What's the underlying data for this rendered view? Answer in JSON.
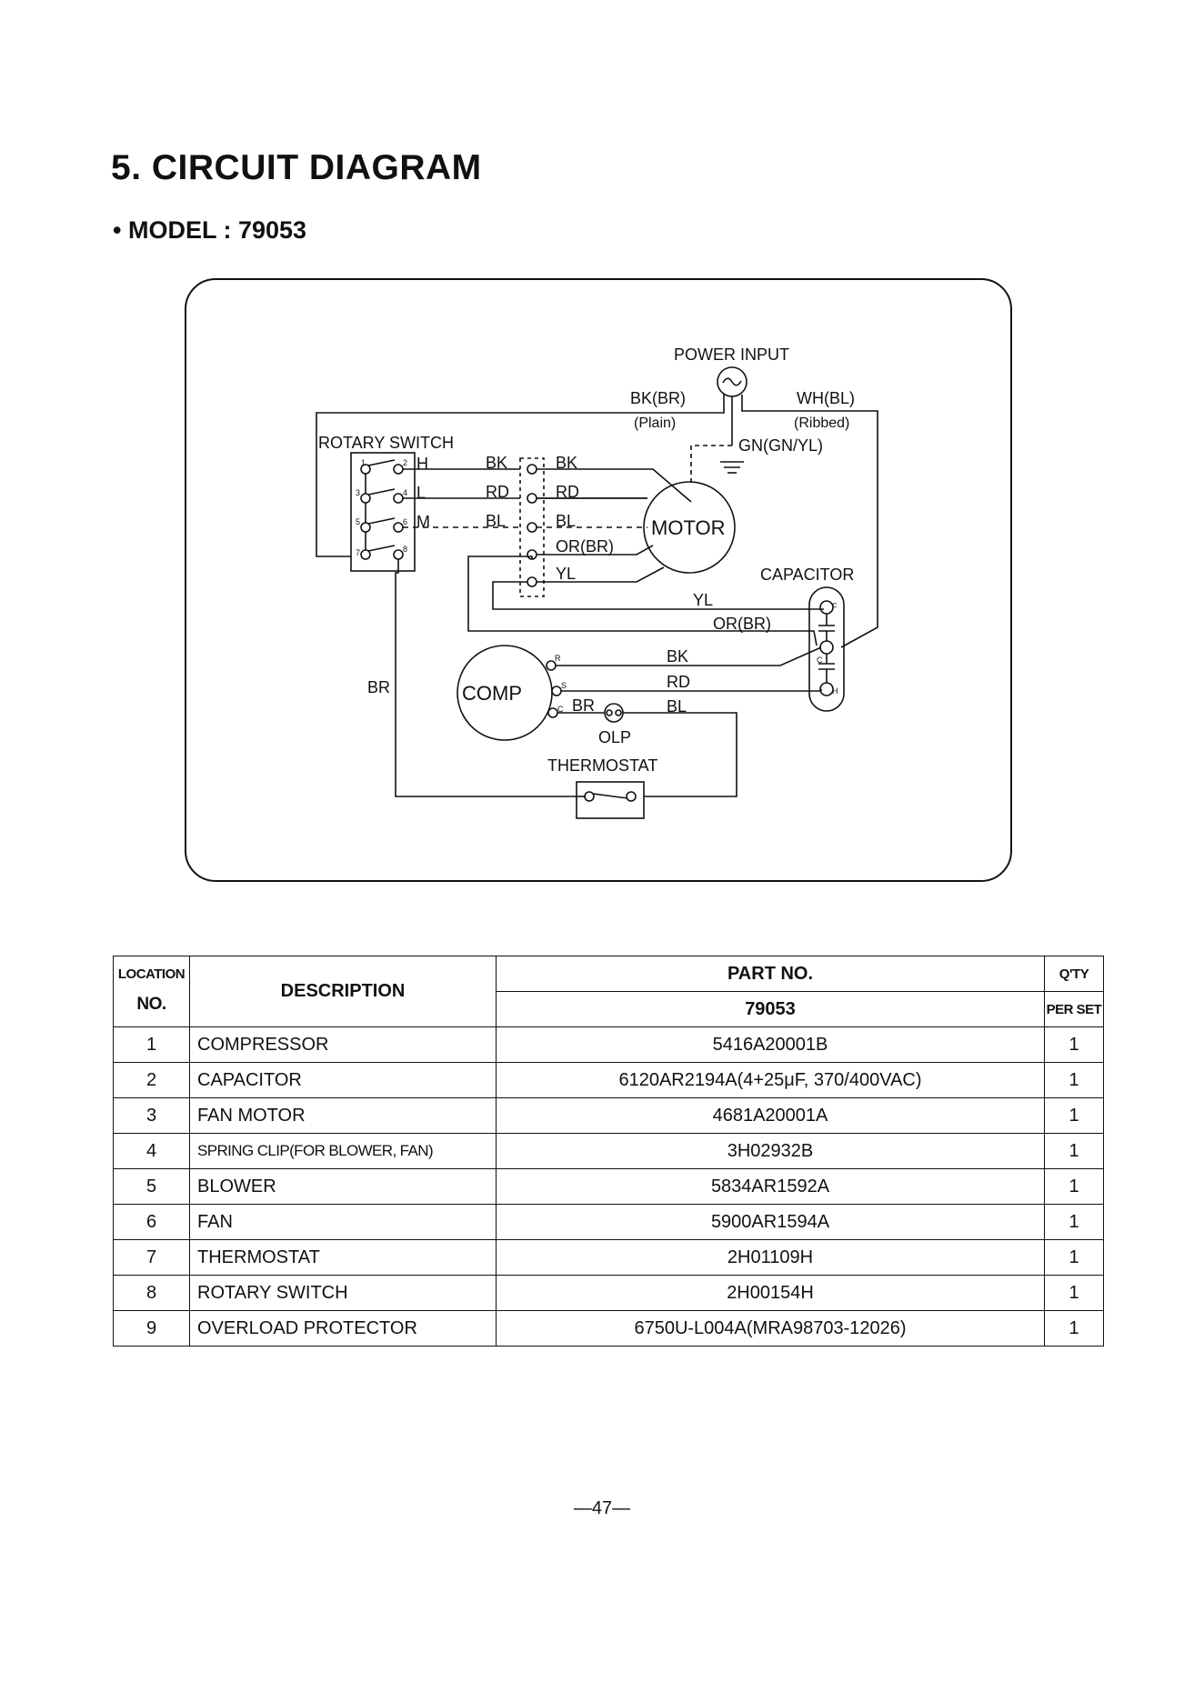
{
  "header": {
    "title": "5. CIRCUIT DIAGRAM",
    "model_line": "• MODEL : 79053"
  },
  "diagram": {
    "labels": {
      "power_input": "POWER INPUT",
      "bk_br": "BK(BR)",
      "plain": "(Plain)",
      "wh_bl": "WH(BL)",
      "ribbed": "(Ribbed)",
      "gn_gn_yl": "GN(GN/YL)",
      "rotary_switch": "ROTARY SWITCH",
      "h": "H",
      "l": "L",
      "m": "M",
      "bk": "BK",
      "rd": "RD",
      "bl": "BL",
      "or_br": "OR(BR)",
      "yl": "YL",
      "motor": "MOTOR",
      "capacitor": "CAPACITOR",
      "br": "BR",
      "comp": "COMP",
      "olp": "OLP",
      "thermostat": "THERMOSTAT",
      "pin_r": "R",
      "pin_s": "S",
      "pin_c": "C",
      "cap_f": "F",
      "cap_c": "C",
      "cap_h": "H",
      "sw_pins": [
        "1",
        "2",
        "3",
        "4",
        "5",
        "6",
        "7",
        "8"
      ]
    }
  },
  "table": {
    "headers": {
      "location_1": "LOCATION",
      "location_2": "NO.",
      "description": "DESCRIPTION",
      "part_no": "PART NO.",
      "model": "79053",
      "qty_1": "Q'TY",
      "qty_2": "PER SET"
    },
    "rows": [
      {
        "loc": "1",
        "desc": "COMPRESSOR",
        "part": "5416A20001B",
        "qty": "1"
      },
      {
        "loc": "2",
        "desc": "CAPACITOR",
        "part": "6120AR2194A(4+25μF, 370/400VAC)",
        "qty": "1"
      },
      {
        "loc": "3",
        "desc": "FAN MOTOR",
        "part": "4681A20001A",
        "qty": "1"
      },
      {
        "loc": "4",
        "desc": "SPRING CLIP(FOR BLOWER, FAN)",
        "part": "3H02932B",
        "qty": "1"
      },
      {
        "loc": "5",
        "desc": "BLOWER",
        "part": "5834AR1592A",
        "qty": "1"
      },
      {
        "loc": "6",
        "desc": "FAN",
        "part": "5900AR1594A",
        "qty": "1"
      },
      {
        "loc": "7",
        "desc": "THERMOSTAT",
        "part": "2H01109H",
        "qty": "1"
      },
      {
        "loc": "8",
        "desc": "ROTARY SWITCH",
        "part": "2H00154H",
        "qty": "1"
      },
      {
        "loc": "9",
        "desc": "OVERLOAD PROTECTOR",
        "part": "6750U-L004A(MRA98703-12026)",
        "qty": "1"
      }
    ]
  },
  "footer": {
    "page_number": "—47—"
  }
}
